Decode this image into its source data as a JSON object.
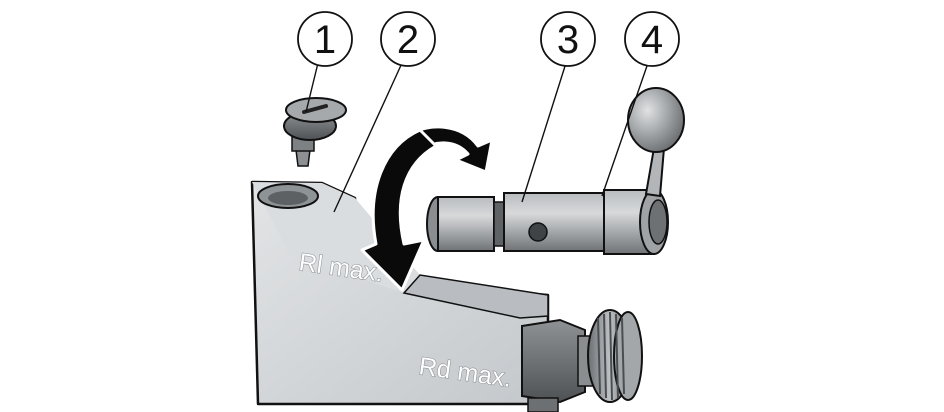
{
  "callouts": [
    {
      "number": "1",
      "part": "plug-screw"
    },
    {
      "number": "2",
      "part": "housing"
    },
    {
      "number": "3",
      "part": "rod-body"
    },
    {
      "number": "4",
      "part": "handle-lever"
    }
  ],
  "engravings": {
    "housing_top": "Rl max.",
    "housing_front": "Rd max."
  },
  "icons": {
    "rotate_small": "curved-arrow-clockwise-icon",
    "rotate_large": "curved-arrow-down-icon"
  },
  "colors": {
    "outline": "#111111",
    "housing_face": "#d4d7da",
    "housing_dark": "#9ea3a7",
    "metal_light": "#c8cacd",
    "metal_mid": "#8d9194",
    "metal_dark": "#55595c",
    "arrow_fill": "#0a0a0a"
  }
}
